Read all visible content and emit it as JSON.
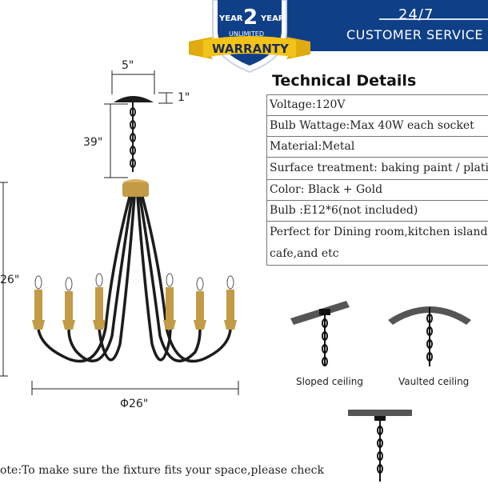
{
  "banner": {
    "support_line1": "24/7",
    "support_line2": "CUSTOMER SERVICE",
    "color": "#0f3f86"
  },
  "badge": {
    "years_left": "YEAR",
    "years_number": "2",
    "years_right": "YEAR",
    "unlimited": "UNLIMITED",
    "warranty": "WARRANTY",
    "shield_color": "#0f3f86",
    "ribbon_color": "#f3c318"
  },
  "technical": {
    "title": "Technical Details",
    "rows": [
      "Voltage:120V",
      "Bulb Wattage:Max 40W each socket",
      "Material:Metal",
      "Surface treatment: baking paint / plating",
      "Color: Black + Gold",
      "Bulb :E12*6(not included)",
      "Perfect for Dining room,kitchen island,",
      "cafe,and etc"
    ]
  },
  "dimensions": {
    "canopy_width": "5\"",
    "canopy_height": "1\"",
    "chain_length": "39\"",
    "fixture_height": "26\"",
    "diameter": "Φ26\""
  },
  "ceilings": {
    "sloped": "Sloped ceiling",
    "vaulted": "Vaulted ceiling"
  },
  "note": {
    "text": "ote:To make sure the fixture fits your space,please check"
  },
  "colors": {
    "fixture_black": "#1c1c1c",
    "fixture_gold": "#c39a45"
  }
}
